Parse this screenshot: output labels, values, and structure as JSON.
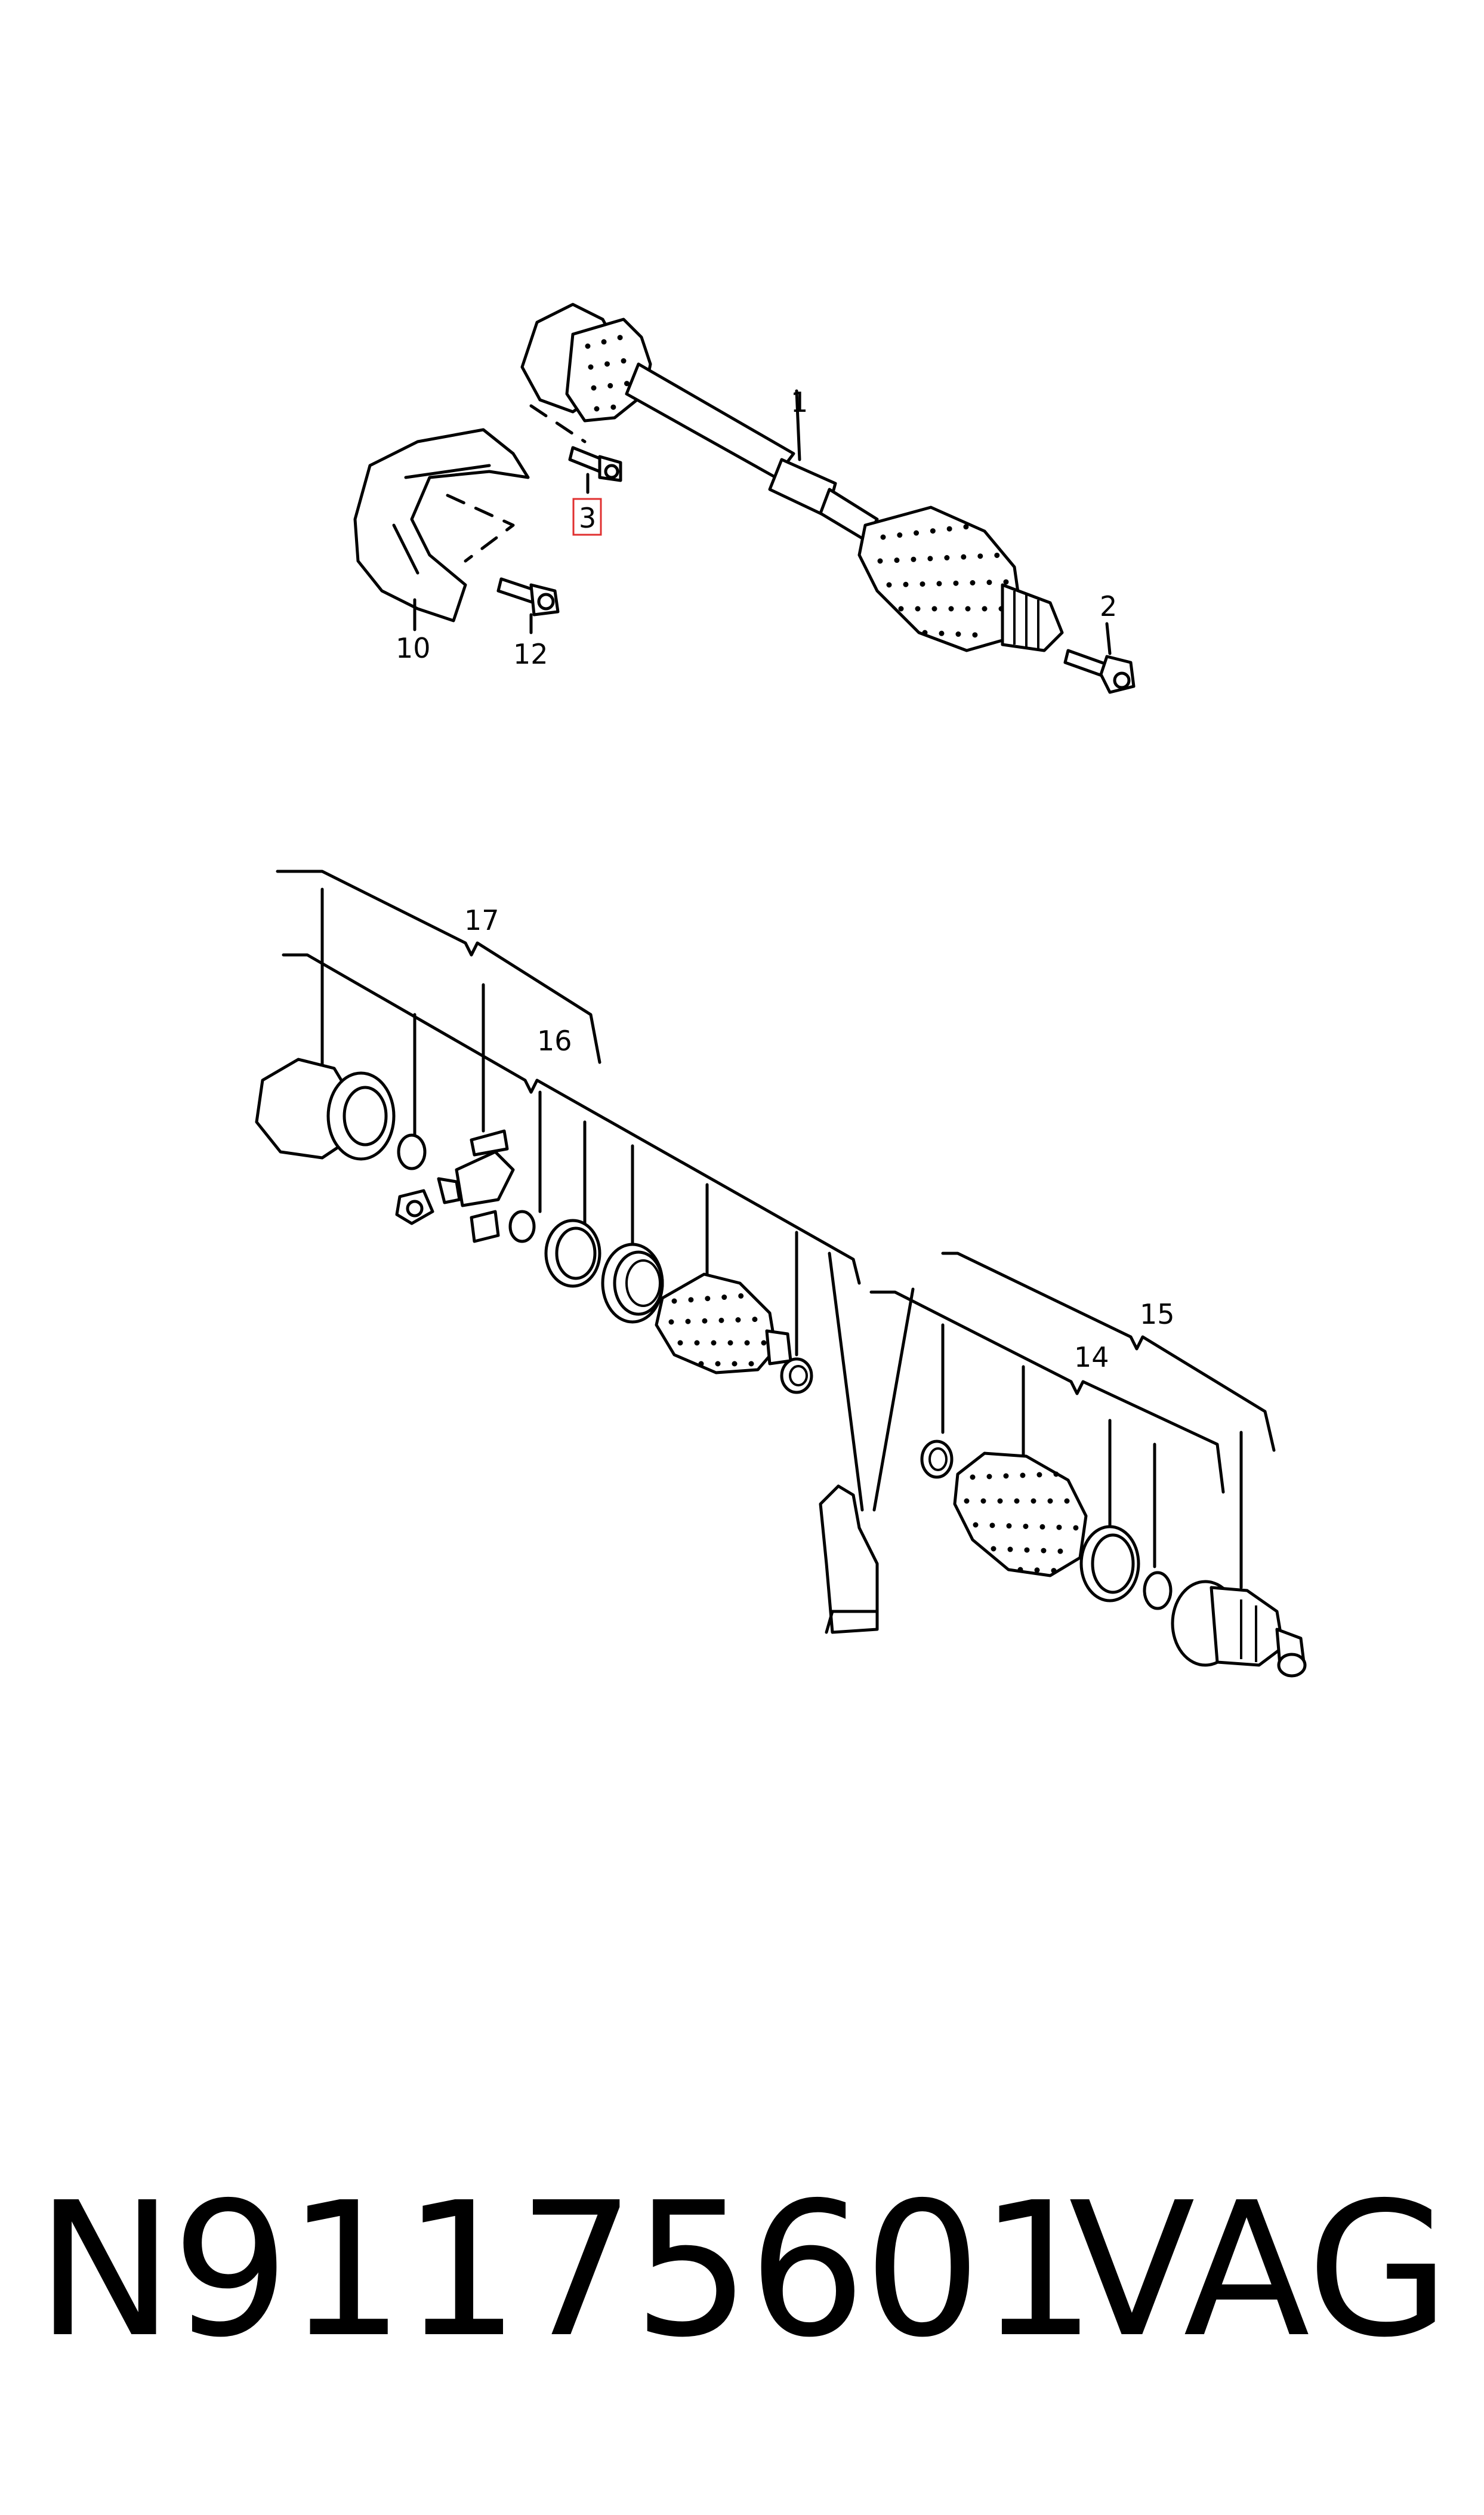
{
  "callouts": {
    "c1": "1",
    "c2": "2",
    "c3": "3",
    "c10": "10",
    "c12": "12",
    "c14": "14",
    "c15": "15",
    "c16": "16",
    "c17": "17"
  },
  "highlight_color": "#e03030",
  "footer": {
    "part_number": "N91175601",
    "brand": "VAG"
  }
}
